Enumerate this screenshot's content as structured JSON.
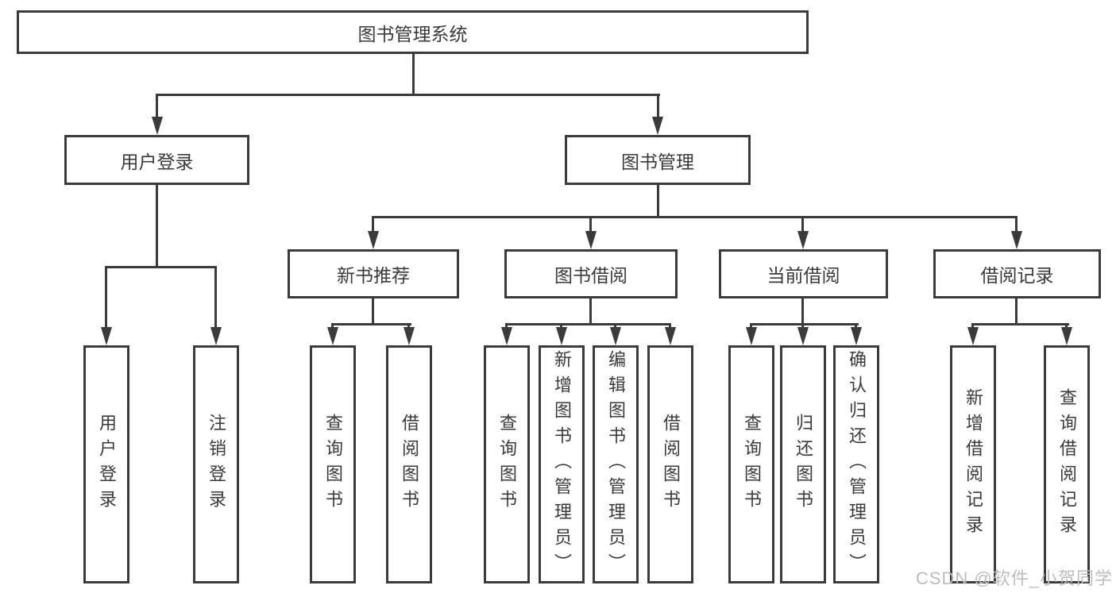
{
  "diagram_title": "图书管理系统",
  "tree": {
    "root": {
      "label": "图书管理系统",
      "children": [
        {
          "label": "用户登录",
          "children": [
            {
              "label": "用户登录"
            },
            {
              "label": "注销登录"
            }
          ]
        },
        {
          "label": "图书管理",
          "children": [
            {
              "label": "新书推荐",
              "children": [
                {
                  "label": "查询图书"
                },
                {
                  "label": "借阅图书"
                }
              ]
            },
            {
              "label": "图书借阅",
              "children": [
                {
                  "label": "查询图书"
                },
                {
                  "label": "新增图书（管理员）"
                },
                {
                  "label": "编辑图书（管理员）"
                },
                {
                  "label": "借阅图书"
                }
              ]
            },
            {
              "label": "当前借阅",
              "children": [
                {
                  "label": "查询图书"
                },
                {
                  "label": "归还图书"
                },
                {
                  "label": "确认归还（管理员）"
                }
              ]
            },
            {
              "label": "借阅记录",
              "children": [
                {
                  "label": "新增借阅记录"
                },
                {
                  "label": "查询借阅记录"
                }
              ]
            }
          ]
        }
      ]
    }
  },
  "watermark": "CSDN @软件_小贺同学",
  "colors": {
    "line": "#3b3b3b",
    "text": "#3a3a3a",
    "box_background": "#ffffff",
    "page_background": "#ffffff",
    "watermark": "#bcbcbc"
  }
}
